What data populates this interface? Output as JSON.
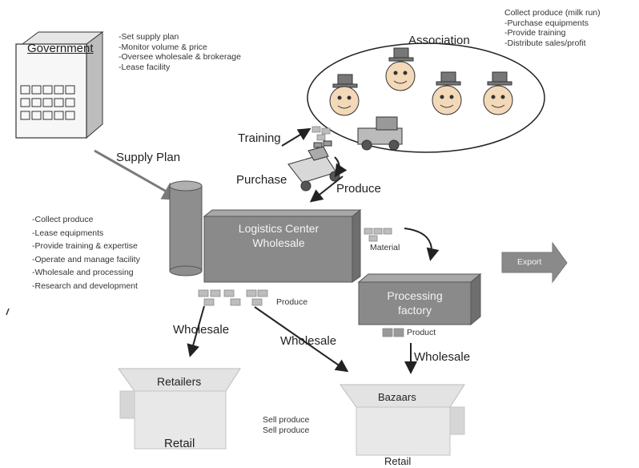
{
  "government": {
    "label": "Government",
    "duties": [
      "-Set supply plan",
      "-Monitor volume & price",
      "-Oversee wholesale & brokerage",
      "-Lease facility"
    ]
  },
  "association": {
    "label": "Association",
    "duties": [
      "Collect produce (milk run)",
      "-Purchase equipments",
      "-Provide training",
      "-Distribute sales/profit"
    ]
  },
  "center": {
    "label_line1": "Logistics Center",
    "label_line2": "Wholesale",
    "duties": [
      "-Collect produce",
      "-Lease equipments",
      "-Provide training & expertise",
      "-Operate and manage facility",
      "-Wholesale and processing",
      "-Research and development"
    ]
  },
  "processing": {
    "label_line1": "Processing",
    "label_line2": "factory"
  },
  "flows": {
    "supply_plan": "Supply Plan",
    "training": "Training",
    "purchase": "Purchase",
    "produce_top": "Produce",
    "material": "Material",
    "export": "Export",
    "produce_mid": "Produce",
    "product": "Product",
    "wholesale_left": "Wholesale",
    "wholesale_mid": "Wholesale",
    "wholesale_right": "Wholesale"
  },
  "retailers": {
    "label": "Retailers",
    "retail": "Retail"
  },
  "bazaars": {
    "label": "Bazaars",
    "retail": "Retail",
    "notes": [
      "Sell produce",
      "Sell produce"
    ]
  },
  "colors": {
    "box_gray": "#8a8a8a",
    "arrow_gray": "#8c8c8c",
    "dark": "#222222"
  }
}
